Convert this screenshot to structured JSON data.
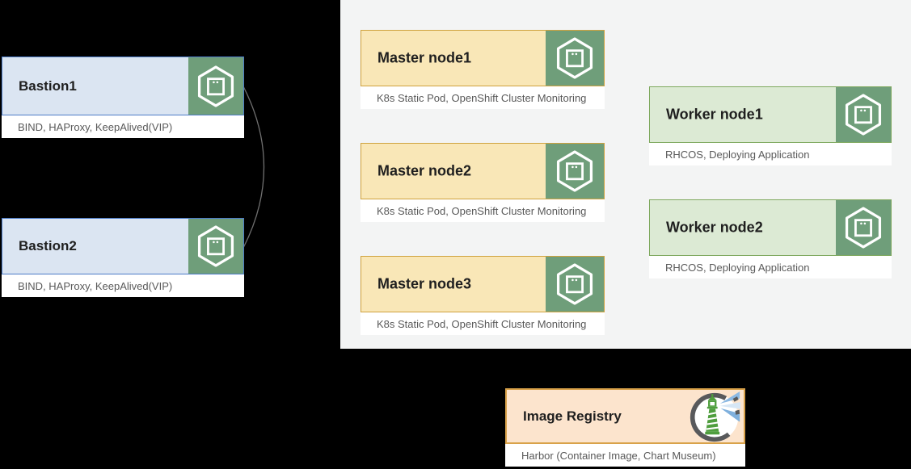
{
  "diagram": {
    "nodes": [
      {
        "id": "bastion1",
        "title": "Bastion1",
        "subtitle": "BIND, HAProxy, KeepAlived(VIP)",
        "kind": "bastion",
        "icon": "okd-hexagon"
      },
      {
        "id": "bastion2",
        "title": "Bastion2",
        "subtitle": "BIND, HAProxy, KeepAlived(VIP)",
        "kind": "bastion",
        "icon": "okd-hexagon"
      },
      {
        "id": "master1",
        "title": "Master node1",
        "subtitle": "K8s Static Pod, OpenShift Cluster Monitoring",
        "kind": "master",
        "icon": "okd-hexagon"
      },
      {
        "id": "master2",
        "title": "Master node2",
        "subtitle": "K8s Static Pod, OpenShift Cluster Monitoring",
        "kind": "master",
        "icon": "okd-hexagon"
      },
      {
        "id": "master3",
        "title": "Master node3",
        "subtitle": "K8s Static Pod, OpenShift Cluster Monitoring",
        "kind": "master",
        "icon": "okd-hexagon"
      },
      {
        "id": "worker1",
        "title": "Worker node1",
        "subtitle": "RHCOS, Deploying Application",
        "kind": "worker",
        "icon": "okd-hexagon"
      },
      {
        "id": "worker2",
        "title": "Worker node2",
        "subtitle": "RHCOS, Deploying Application",
        "kind": "worker",
        "icon": "okd-hexagon"
      },
      {
        "id": "registry",
        "title": "Image Registry",
        "subtitle": "Harbor (Container Image, Chart Museum)",
        "kind": "registry",
        "icon": "harbor-logo"
      }
    ],
    "connector": {
      "from": "bastion1",
      "to": "bastion2",
      "shape": "arc-bowed-right"
    },
    "colors": {
      "canvas_bg": "#000000",
      "panel_bg": "#f3f4f4",
      "bastion_fill": "#dbe5f2",
      "bastion_border": "#4d7cc7",
      "master_fill": "#f9e7b7",
      "master_border": "#cfa23e",
      "worker_fill": "#dcead4",
      "worker_border": "#7fa95f",
      "registry_fill": "#fce4cd",
      "registry_border": "#d9a24a",
      "icon_tile_green": "#6f9e7a",
      "strip_bg": "#ffffff",
      "subtitle_text": "#595959",
      "title_text": "#1f1f1f",
      "connector_line": "#6f6f6f",
      "harbor_ring_gray": "#58595b",
      "harbor_green": "#4f9e3e",
      "harbor_beam_blue": "#8cb9e3"
    }
  }
}
